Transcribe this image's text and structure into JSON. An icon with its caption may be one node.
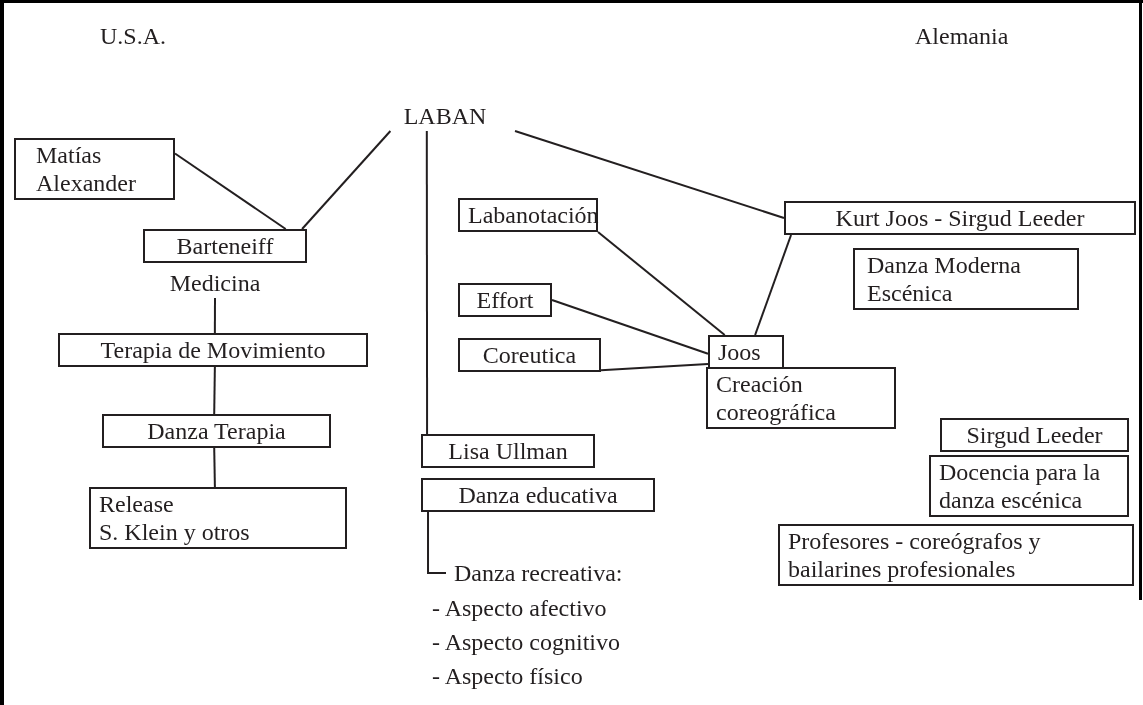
{
  "diagram": {
    "nodes": [
      {
        "text": [
          "LABAN"
        ]
      },
      {
        "text": [
          "Matías Alexander"
        ]
      },
      {
        "text": [
          "Barteneiff"
        ]
      },
      {
        "text": [
          "Medicina"
        ]
      },
      {
        "text": [
          "Terapia de Movimiento"
        ]
      },
      {
        "text": [
          "Danza Terapia"
        ]
      },
      {
        "text": [
          "Release",
          "S. Klein y otros"
        ]
      },
      {
        "text": [
          "Labanotación"
        ]
      },
      {
        "text": [
          "Effort"
        ]
      },
      {
        "text": [
          "Coreutica"
        ]
      },
      {
        "text": [
          "Kurt Joos - Sirgud Leeder"
        ]
      },
      {
        "text": [
          "Danza Moderna Escénica"
        ]
      },
      {
        "text": [
          "Joos"
        ]
      },
      {
        "text": [
          "Creación coreográfica"
        ]
      },
      {
        "text": [
          "Sirgud Leeder"
        ]
      },
      {
        "text": [
          "Docencia para la danza escénica"
        ]
      },
      {
        "text": [
          "Profesores - coreógrafos y bailarines profesionales"
        ]
      },
      {
        "text": [
          "Lisa Ullman"
        ]
      },
      {
        "text": [
          "Danza educativa"
        ]
      },
      {
        "text": [
          "Danza recreativa:"
        ]
      }
    ],
    "edges": [
      {
        "from": 0,
        "to": 2,
        "arrow": "none"
      },
      {
        "from": 1,
        "to": 2,
        "arrow": "none"
      },
      {
        "from": 0,
        "to": 10,
        "arrow": "none"
      },
      {
        "from": 0,
        "to": 17,
        "arrow": "none"
      },
      {
        "from": 3,
        "to": 4,
        "arrow": "none"
      },
      {
        "from": 4,
        "to": 5,
        "arrow": "none"
      },
      {
        "from": 5,
        "to": 6,
        "arrow": "none"
      },
      {
        "from": 7,
        "to": 12,
        "arrow": "none"
      },
      {
        "from": 10,
        "to": 12,
        "arrow": "none"
      },
      {
        "from": 8,
        "to": 12,
        "arrow": "none"
      },
      {
        "from": 9,
        "to": 12,
        "arrow": "none"
      },
      {
        "from": 18,
        "to": 19,
        "arrow": "none"
      }
    ],
    "labels": [
      "U.S.A.",
      "Alemania",
      "- Aspecto afectivo",
      "- Aspecto cognitivo",
      "- Aspecto físico"
    ]
  }
}
